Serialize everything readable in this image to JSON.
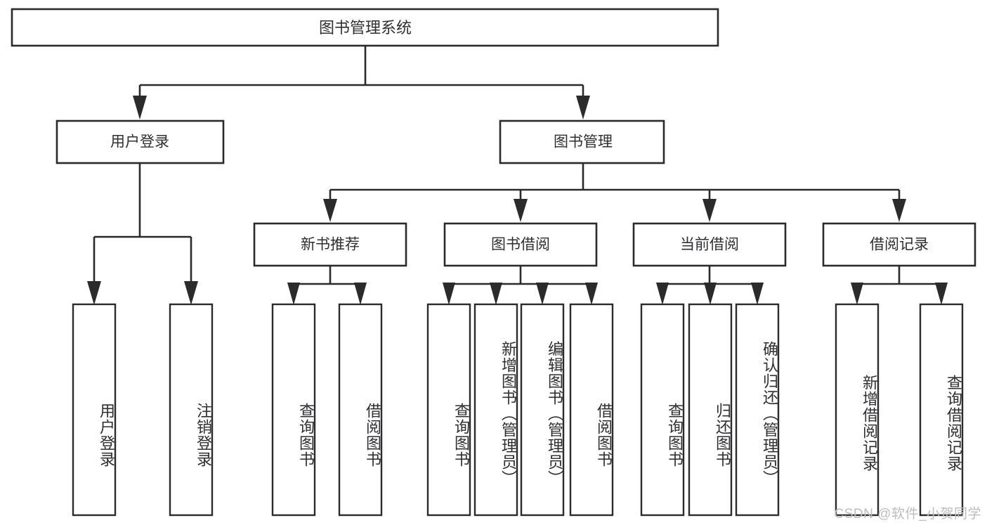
{
  "diagram": {
    "type": "tree-hierarchy-chart",
    "title": "图书管理系统",
    "watermark": "CSDN @软件_小贺同学",
    "colors": {
      "stroke": "#2b2b2b",
      "text": "#2f2f33",
      "background": "#ffffff",
      "watermark": "#bdbdbd"
    },
    "root": {
      "label": "图书管理系统"
    },
    "level2": [
      {
        "label": "用户登录"
      },
      {
        "label": "图书管理"
      }
    ],
    "level3": [
      {
        "label": "新书推荐"
      },
      {
        "label": "图书借阅"
      },
      {
        "label": "当前借阅"
      },
      {
        "label": "借阅记录"
      }
    ],
    "leaves": {
      "user_login": [
        {
          "label": "用户登录"
        },
        {
          "label": "注销登录"
        }
      ],
      "new_book_recommend": [
        {
          "label": "查询图书"
        },
        {
          "label": "借阅图书"
        }
      ],
      "book_borrow": [
        {
          "label": "查询图书"
        },
        {
          "label": "新增图书（管理员）"
        },
        {
          "label": "编辑图书（管理员）"
        },
        {
          "label": "借阅图书"
        }
      ],
      "current_borrow": [
        {
          "label": "查询图书"
        },
        {
          "label": "归还图书"
        },
        {
          "label": "确认归还（管理员）"
        }
      ],
      "borrow_record": [
        {
          "label": "新增借阅记录"
        },
        {
          "label": "查询借阅记录"
        }
      ]
    }
  }
}
